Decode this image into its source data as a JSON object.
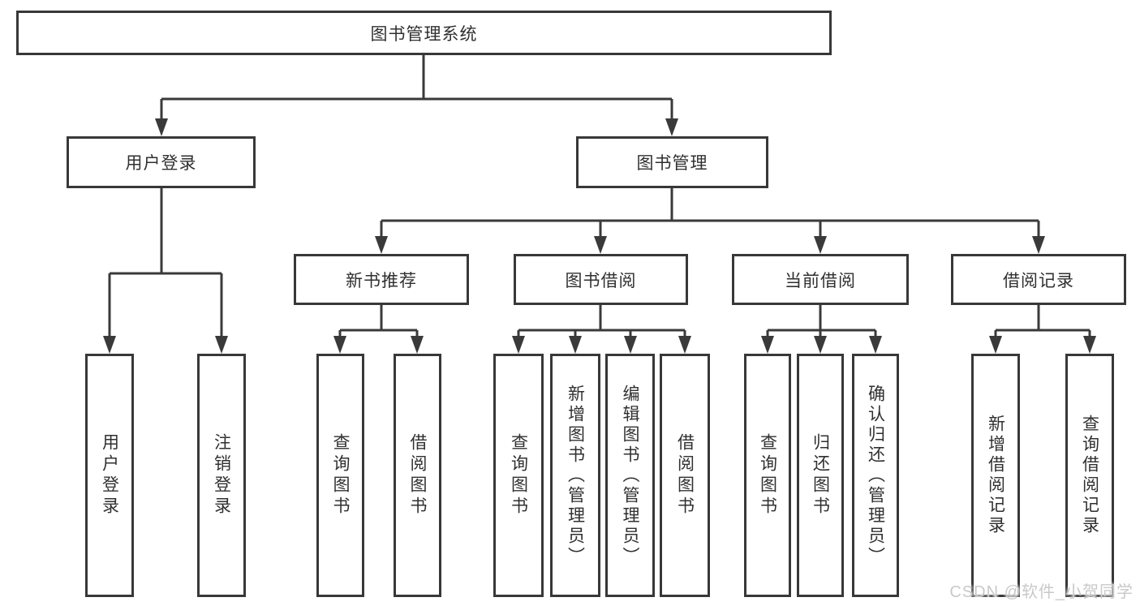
{
  "colors": {
    "line": "#3a3a3a",
    "text": "#303030",
    "box_background": "#ffffff",
    "watermark": "#c9c9c9"
  },
  "watermark": "CSDN @软件_小贺同学",
  "tree": {
    "root": "图书管理系统",
    "branches": [
      {
        "label": "用户登录",
        "leaves": [
          "用户登录",
          "注销登录"
        ]
      },
      {
        "label": "图书管理",
        "groups": [
          {
            "label": "新书推荐",
            "leaves": [
              "查询图书",
              "借阅图书"
            ]
          },
          {
            "label": "图书借阅",
            "leaves": [
              "查询图书",
              "新增图书（管理员）",
              "编辑图书（管理员）",
              "借阅图书"
            ]
          },
          {
            "label": "当前借阅",
            "leaves": [
              "查询图书",
              "归还图书",
              "确认归还（管理员）"
            ]
          },
          {
            "label": "借阅记录",
            "leaves": [
              "新增借阅记录",
              "查询借阅记录"
            ]
          }
        ]
      }
    ]
  }
}
